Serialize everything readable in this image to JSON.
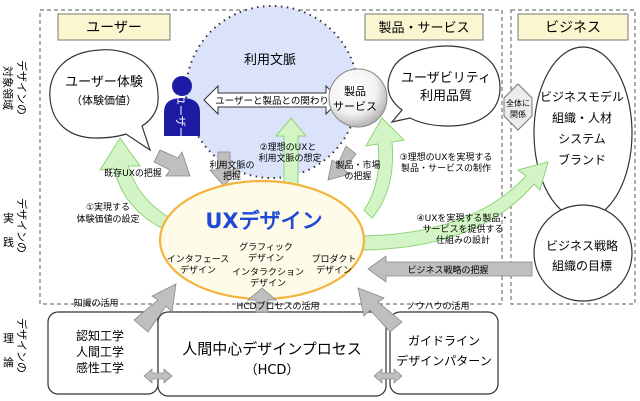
{
  "side_labels": {
    "domain": [
      "デザインの",
      "対象領域"
    ],
    "practice": [
      "デザインの",
      "実",
      "践"
    ],
    "theory": [
      "デザインの",
      "理",
      "論"
    ]
  },
  "headers": {
    "user": "ユーザー",
    "product": "製品・サービス",
    "business": "ビジネス"
  },
  "user_experience": {
    "line1": "ユーザー体験",
    "line2": "（体験価値）"
  },
  "context": {
    "title": "利用文脈",
    "relation": "ユーザーと製品との関わり"
  },
  "user_figure": "ユーザー",
  "product_bubble": {
    "line1": "製品",
    "line2": "サービス"
  },
  "usability": {
    "line1": "ユーザビリティ",
    "line2": "利用品質"
  },
  "business_model": [
    "ビジネスモデル",
    "組織・人材",
    "システム",
    "ブランド"
  ],
  "relation_note": {
    "line1": "全体に",
    "line2": "関係"
  },
  "business_strategy": {
    "line1": "ビジネス戦略",
    "line2": "組織の目標"
  },
  "ux_design": {
    "title": "UXデザイン",
    "interface": [
      "インタフェース",
      "デザイン"
    ],
    "graphic": [
      "グラフィック",
      "デザイン"
    ],
    "interaction": [
      "インタラクション",
      "デザイン"
    ],
    "product": [
      "プロダクト",
      "デザイン"
    ]
  },
  "arrow_labels": {
    "existing_ux": "既存UXの把握",
    "context_grasp": [
      "利用文脈の",
      "把握"
    ],
    "ideal_ux": [
      "②理想のUXと",
      "利用文脈の想定"
    ],
    "product_market": [
      "製品・市場",
      "の把握"
    ],
    "realize_ux": [
      "③理想のUXを実現する",
      "製品・サービスの制作"
    ],
    "experience_value": [
      "①実現する",
      "体験価値の設定"
    ],
    "provide_ux": [
      "④UXを実現する製品・",
      "サービスを提供する",
      "仕組みの設計"
    ],
    "strategy_grasp": "ビジネス戦略の把握",
    "knowledge": "知識の活用",
    "hcd_use": "HCDプロセスの活用",
    "knowhow": "ノウハウの活用"
  },
  "theory": {
    "cognitive": [
      "認知工学",
      "人間工学",
      "感性工学"
    ],
    "hcd": {
      "line1": "人間中心デザインプロセス",
      "line2": "（HCD）"
    },
    "guidelines": [
      "ガイドライン",
      "デザインパターン"
    ]
  },
  "colors": {
    "header_bg": "#fbf6cf",
    "context_bg": "#dbe3fa",
    "ux_fill": "#fffbe9",
    "ux_border": "#f3b33d",
    "ux_title": "#1f49d6",
    "green_arrow": "#d3f5c6",
    "green_stroke": "#8fd47b",
    "gray_arrow": "#bfbfbf",
    "user_figure": "#1d1aa3"
  }
}
